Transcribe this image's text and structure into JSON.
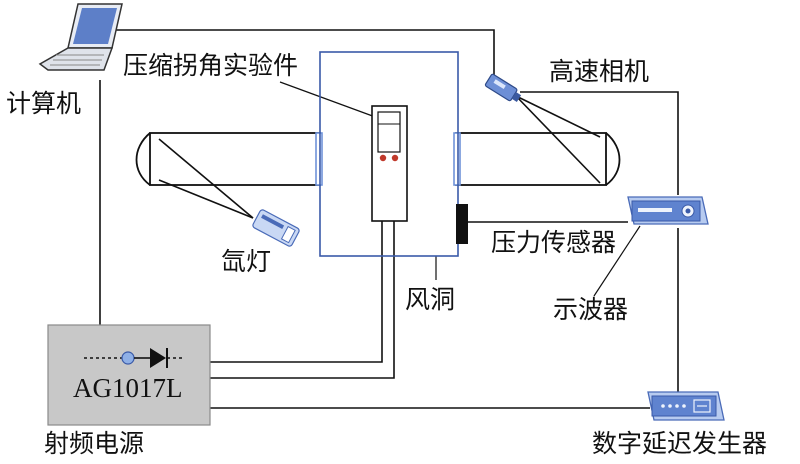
{
  "labels": {
    "computer": "计算机",
    "test_piece": "压缩拐角实验件",
    "high_speed_camera": "高速相机",
    "xenon_lamp": "氙灯",
    "pressure_sensor": "压力传感器",
    "wind_tunnel": "风洞",
    "oscilloscope": "示波器",
    "rf_power_model": "AG1017L",
    "rf_power_supply": "射频电源",
    "delay_generator": "数字延迟发生器"
  },
  "icons": {
    "computer": "laptop-icon",
    "camera": "camera-icon",
    "lamp": "xenon-lamp-icon",
    "oscilloscope": "oscilloscope-icon",
    "delay_generator": "delay-generator-icon",
    "diode": "diode-icon"
  },
  "colors": {
    "wind_tunnel_border": "#3a5aa8",
    "schlieren_window": "#6f93d8",
    "device_blue": "#6d8fd6",
    "rf_box": "#c8c8c8",
    "wire": "#111111"
  }
}
